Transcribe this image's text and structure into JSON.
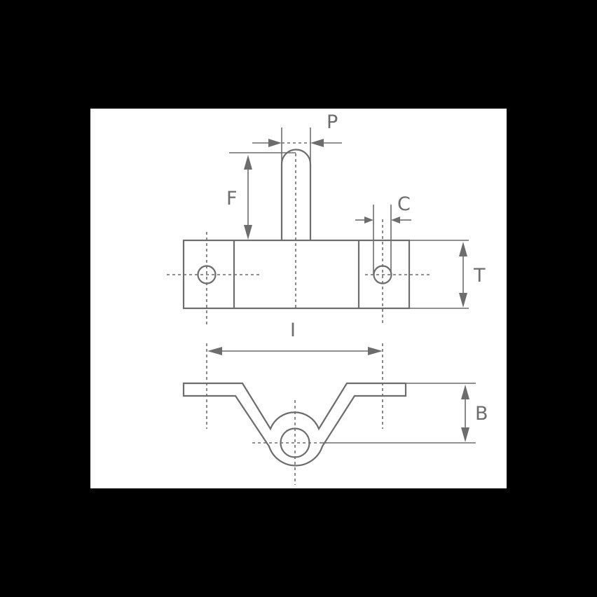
{
  "diagram": {
    "type": "technical-drawing",
    "subject": "rudder pintle / mounting bracket, two views",
    "colors": {
      "background": "#000000",
      "panel": "#ffffff",
      "line": "#6d6d6d"
    },
    "dimension_labels": {
      "P": "P",
      "F": "F",
      "C": "C",
      "T": "T",
      "I": "I",
      "B": "B"
    },
    "views": [
      {
        "name": "top-view",
        "description": "flat plate with central pin and two mounting holes"
      },
      {
        "name": "front-view",
        "description": "formed bracket with V-shaped center and round boss with bore"
      }
    ]
  }
}
